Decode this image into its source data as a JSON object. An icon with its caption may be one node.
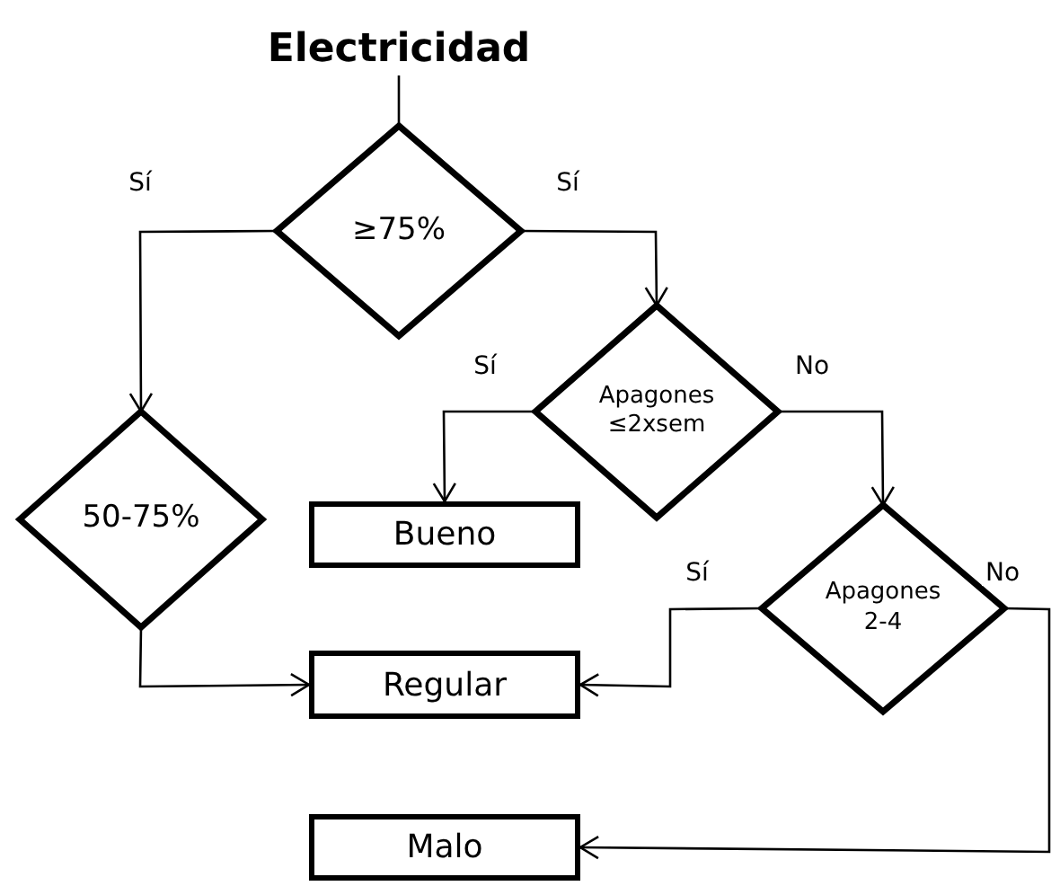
{
  "diagram": {
    "nodes": [
      {
        "text": [
          "Electricidad"
        ]
      },
      {
        "text": [
          "≥75%"
        ]
      },
      {
        "text": [
          "50-75%"
        ]
      },
      {
        "text": [
          "Apagones ≤2xsem"
        ]
      },
      {
        "text": [
          "Bueno"
        ]
      },
      {
        "text": [
          "Apagones 2-4"
        ]
      },
      {
        "text": [
          "Regular"
        ]
      },
      {
        "text": [
          "Malo"
        ]
      }
    ],
    "edges": [
      {
        "from": 0,
        "to": 1,
        "arrow": "none"
      },
      {
        "from": 1,
        "to": 2,
        "arrow": "to",
        "label": "Sí"
      },
      {
        "from": 1,
        "to": 3,
        "arrow": "to",
        "label": "Sí"
      },
      {
        "from": 3,
        "to": 4,
        "arrow": "to",
        "label": "Sí"
      },
      {
        "from": 3,
        "to": 5,
        "arrow": "to",
        "label": "No"
      },
      {
        "from": 2,
        "to": 6,
        "arrow": "to"
      },
      {
        "from": 5,
        "to": 6,
        "arrow": "to",
        "label": "Sí"
      },
      {
        "from": 5,
        "to": 7,
        "arrow": "to",
        "label": "No"
      }
    ]
  }
}
